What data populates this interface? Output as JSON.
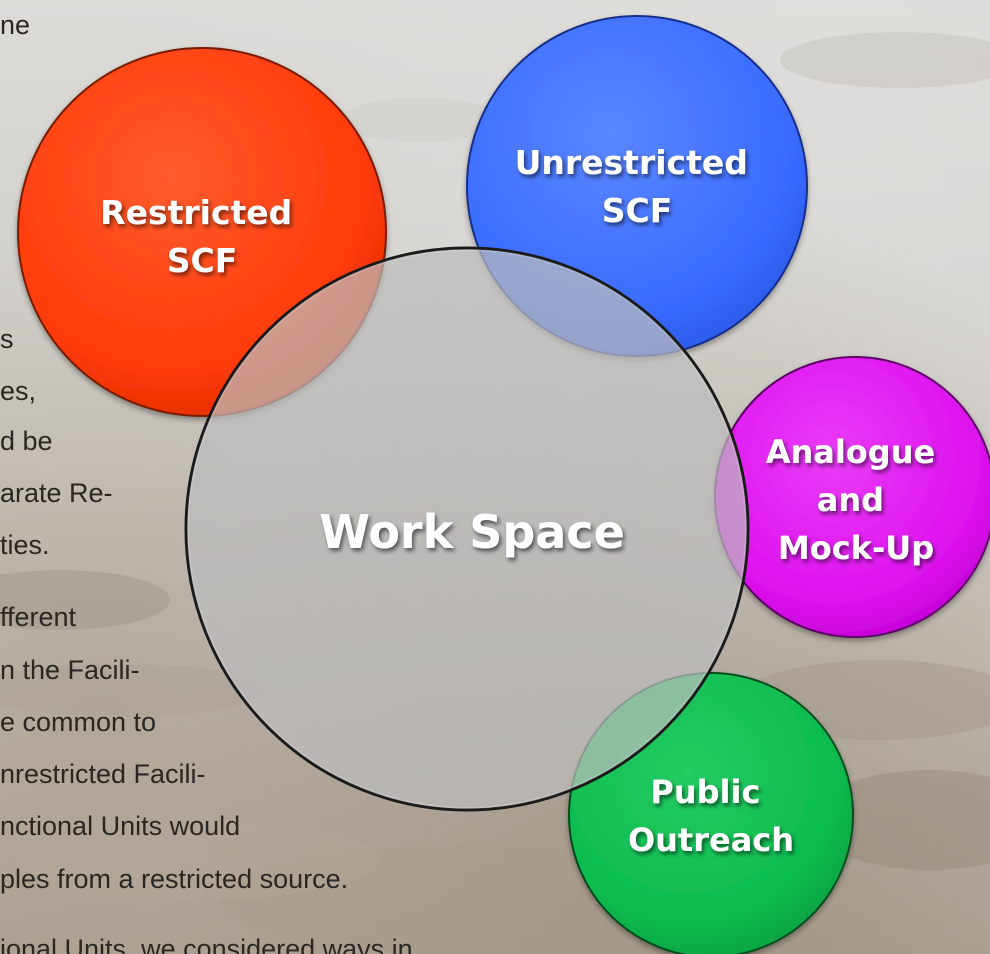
{
  "background_text": [
    "ne",
    "s",
    "es,",
    "d be",
    "arate Re-",
    "ties.",
    "fferent",
    "n the Facili-",
    "e common to",
    "nrestricted Facili-",
    "nctional Units would",
    "ples from a restricted source.",
    "ional Units, we considered ways in"
  ],
  "diagram": {
    "center": {
      "label": "Work Space",
      "color": "#bcbcbc"
    },
    "nodes": [
      {
        "id": "restricted-scf",
        "lines": [
          "Restricted",
          "SCF"
        ],
        "color": "#ff3b0a"
      },
      {
        "id": "unrestricted-scf",
        "lines": [
          "Unrestricted",
          "SCF"
        ],
        "color": "#3a6cff"
      },
      {
        "id": "analogue-mock-up",
        "lines": [
          "Analogue",
          "and",
          "Mock-Up"
        ],
        "color": "#dd12ee"
      },
      {
        "id": "public-outreach",
        "lines": [
          "Public",
          "Outreach"
        ],
        "color": "#0dbb4e"
      }
    ]
  }
}
